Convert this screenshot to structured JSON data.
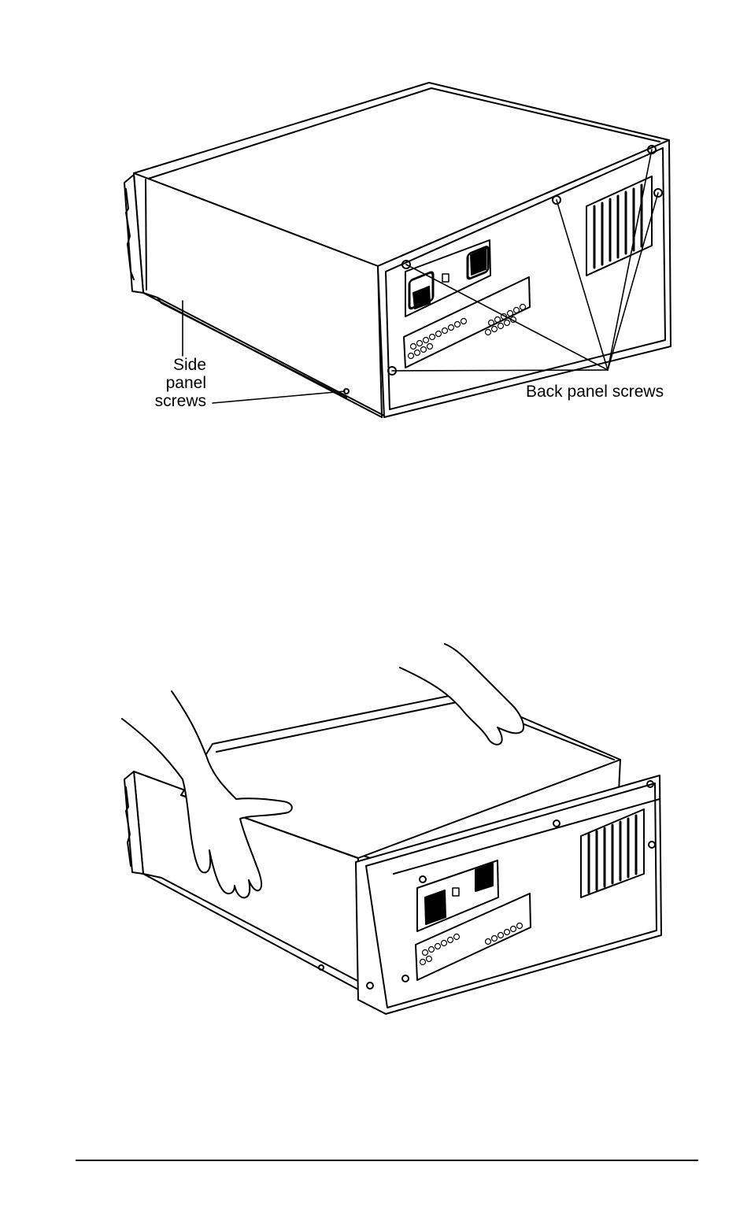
{
  "figure_top": {
    "labels": {
      "side_panel_screws": [
        "Side",
        "panel",
        "screws"
      ],
      "back_panel_screws": "Back panel screws"
    }
  },
  "figure_bottom": {},
  "footer": {}
}
